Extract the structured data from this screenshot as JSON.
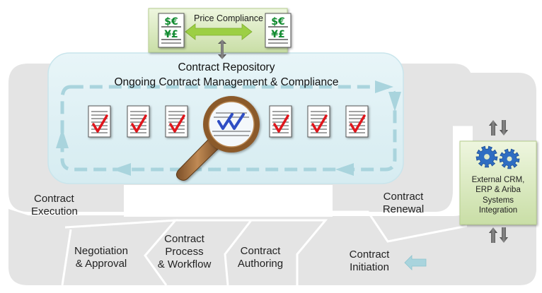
{
  "price_compliance": {
    "label": "Price Compliance",
    "doc_left": {
      "row1": "$€",
      "row2": "¥£"
    },
    "doc_right": {
      "row1": "$€",
      "row2": "¥£"
    }
  },
  "repository": {
    "title": "Contract Repository",
    "subtitle": "Ongoing Contract Management & Compliance"
  },
  "stages": {
    "execution": {
      "line1": "Contract",
      "line2": "Execution"
    },
    "renewal": {
      "line1": "Contract",
      "line2": "Renewal"
    },
    "negotiation": {
      "line1": "Negotiation",
      "line2": "& Approval"
    },
    "process": {
      "line1": "Contract",
      "line2": "Process",
      "line3": "& Workflow"
    },
    "authoring": {
      "line1": "Contract",
      "line2": "Authoring"
    },
    "initiation": {
      "line1": "Contract",
      "line2": "Initiation"
    }
  },
  "integration": {
    "line1": "External CRM,",
    "line2": "ERP & Ariba",
    "line3": "Systems",
    "line4": "Integration"
  },
  "colors": {
    "ring": "#e4e4e4",
    "repository_fill": "#dff0f4",
    "flow_arrow": "#a9d4dd",
    "green_box": "#d4e6b5",
    "check": "#e0141e",
    "gear": "#2e6dc2",
    "magnifier_handle": "#9a6a3c"
  },
  "icons": [
    "document-check-icon",
    "magnifier-icon",
    "gear-icon",
    "double-arrow-icon",
    "currency-document-icon"
  ]
}
